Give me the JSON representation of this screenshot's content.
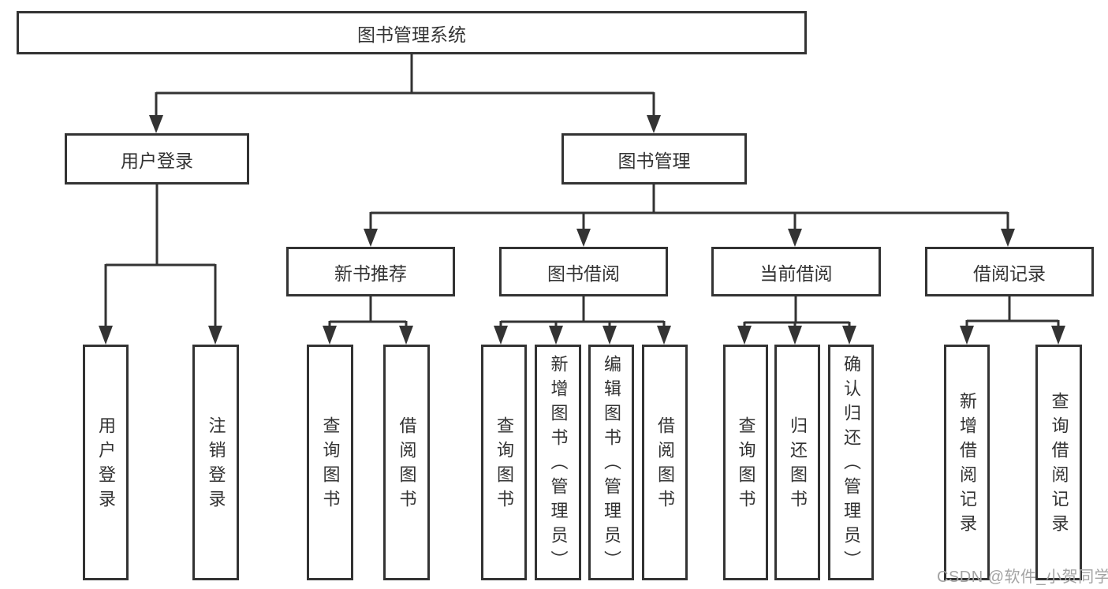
{
  "watermark": "CSDN @软件_小贺同学",
  "colors": {
    "line": "#333333",
    "text": "#333333",
    "watermark": "#a3a3a3",
    "background": "#ffffff"
  },
  "tree": {
    "root": "图书管理系统",
    "branches": [
      {
        "label": "用户登录",
        "children": [
          "用户登录",
          "注销登录"
        ]
      },
      {
        "label": "图书管理",
        "groups": [
          {
            "label": "新书推荐",
            "children": [
              "查询图书",
              "借阅图书"
            ]
          },
          {
            "label": "图书借阅",
            "children": [
              "查询图书",
              "新增图书（管理员）",
              "编辑图书（管理员）",
              "借阅图书"
            ]
          },
          {
            "label": "当前借阅",
            "children": [
              "查询图书",
              "归还图书",
              "确认归还（管理员）"
            ]
          },
          {
            "label": "借阅记录",
            "children": [
              "新增借阅记录",
              "查询借阅记录"
            ]
          }
        ]
      }
    ]
  }
}
